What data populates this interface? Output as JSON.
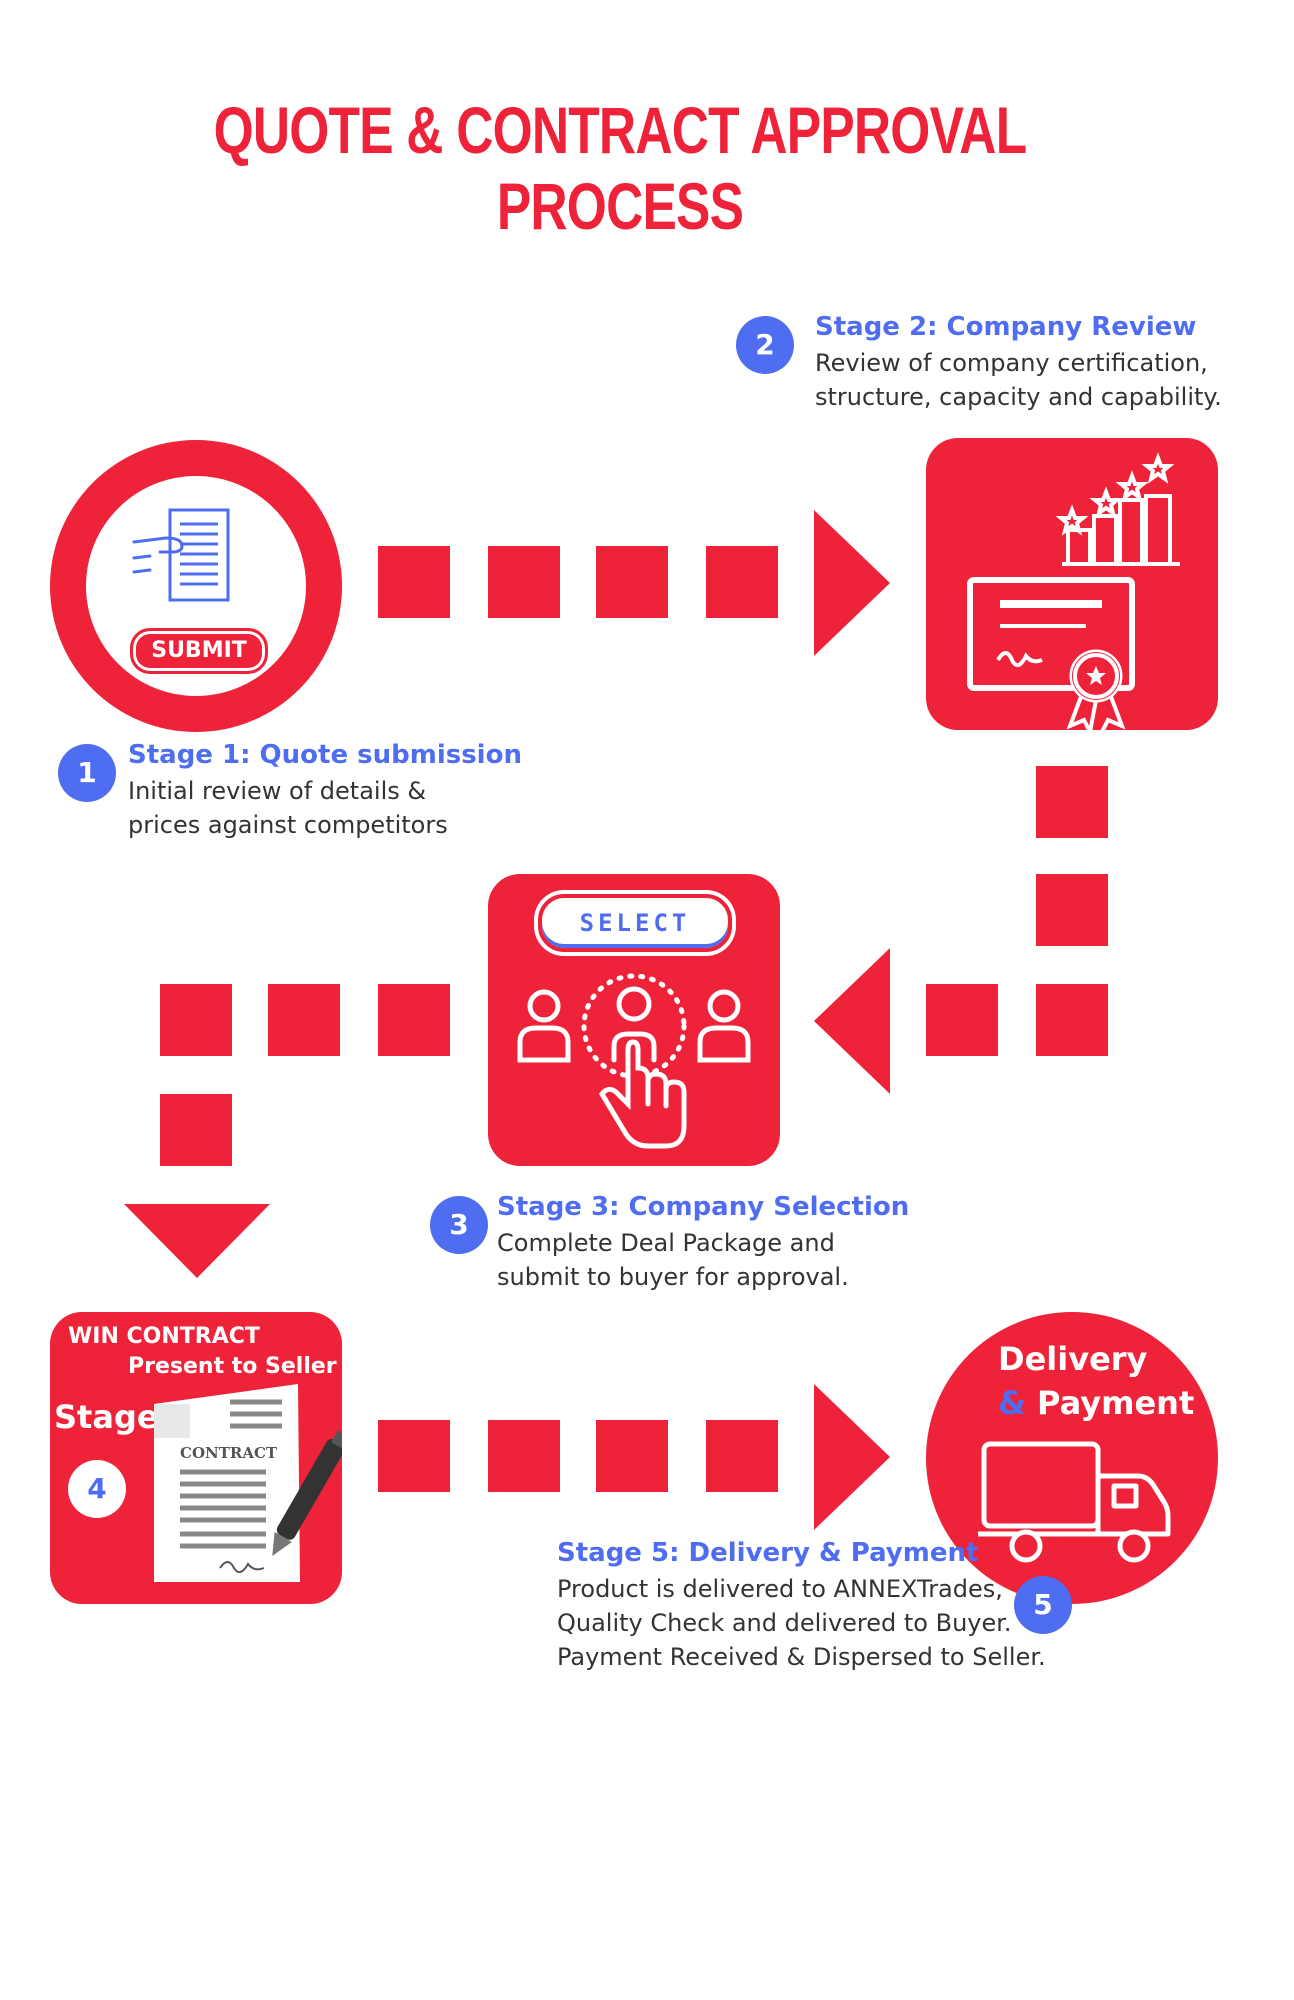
{
  "title": "QUOTE & CONTRACT APPROVAL PROCESS",
  "colors": {
    "accent_red": "#ee2238",
    "stage_blue": "#4f6df0",
    "text": "#333333"
  },
  "stages": [
    {
      "number": "1",
      "title": "Stage 1: Quote submission",
      "lines": [
        "Initial review of details &",
        "prices against competitors"
      ],
      "icon": "document-hand-icon",
      "button_label": "SUBMIT"
    },
    {
      "number": "2",
      "title": "Stage 2: Company Review",
      "lines": [
        "Review of company certification,",
        "structure, capacity and capability."
      ],
      "icon": "certificate-rating-icon"
    },
    {
      "number": "3",
      "title": "Stage 3: Company Selection",
      "lines": [
        "Complete Deal Package and",
        "submit to buyer for approval."
      ],
      "icon": "select-person-icon",
      "button_label": "SELECT"
    },
    {
      "number": "4",
      "label_line1": "WIN CONTRACT",
      "label_line2": "Present to Seller",
      "stage_word": "Stage",
      "doc_heading": "CONTRACT",
      "icon": "contract-pen-icon"
    },
    {
      "number": "5",
      "title": "Stage 5: Delivery & Payment",
      "lines": [
        "Product is delivered to ANNEXTrades,",
        "Quality Check and delivered to Buyer.",
        "Payment Received & Dispersed to Seller."
      ],
      "circle_line1": "Delivery",
      "circle_amp": "&",
      "circle_line2": "Payment",
      "icon": "delivery-truck-icon"
    }
  ]
}
